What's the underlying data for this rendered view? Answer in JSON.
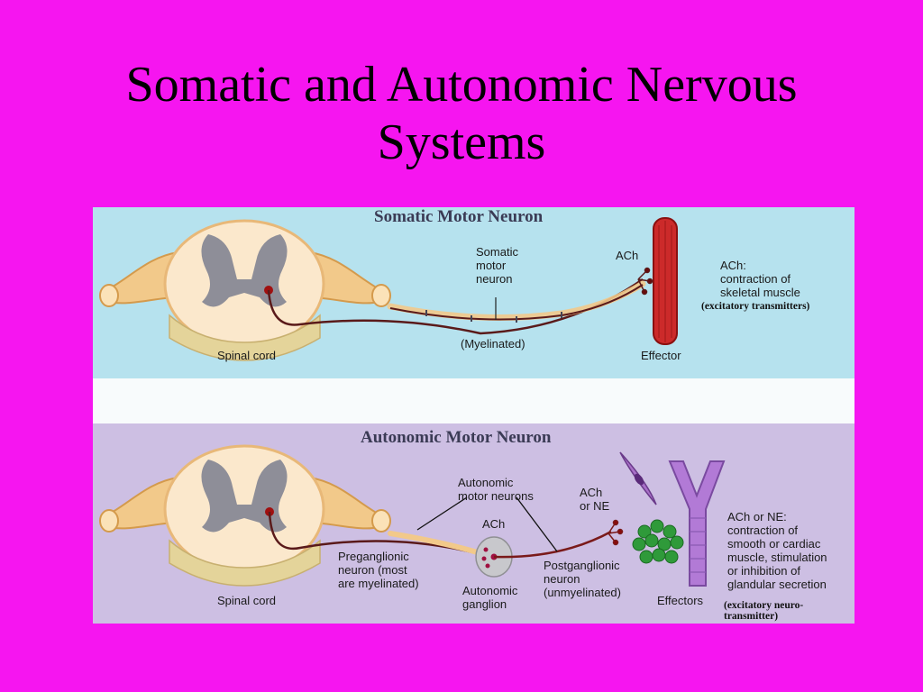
{
  "slide": {
    "title_line1": "Somatic and Autonomic Nervous",
    "title_line2": "Systems",
    "background_color": "#f615f0"
  },
  "somatic": {
    "heading": "Somatic Motor Neuron",
    "neuron_label": "Somatic\nmotor\nneuron",
    "myelin_label": "(Myelinated)",
    "spinal_cord_label": "Spinal cord",
    "transmitter_label": "ACh",
    "effector_label": "Effector",
    "effect_label": "ACh:\ncontraction of\nskeletal muscle",
    "note": "(excitatory transmitters)",
    "panel_color": "#b6e2ee"
  },
  "autonomic": {
    "heading": "Autonomic Motor Neuron",
    "neurons_label": "Autonomic\nmotor neurons",
    "ganglion_transmitter_label": "ACh",
    "terminal_transmitter_label": "ACh\nor NE",
    "preganglionic_label": "Preganglionic\nneuron (most\nare myelinated)",
    "ganglion_label": "Autonomic\nganglion",
    "postganglionic_label": "Postganglionic\nneuron\n(unmyelinated)",
    "effectors_label": "Effectors",
    "spinal_cord_label": "Spinal cord",
    "effect_label": "ACh or NE:\ncontraction of\nsmooth or cardiac\nmuscle, stimulation\nor inhibition of\nglandular secretion",
    "note": "(excitatory neuro-\n transmitter)",
    "panel_color": "#cdbfe3"
  }
}
